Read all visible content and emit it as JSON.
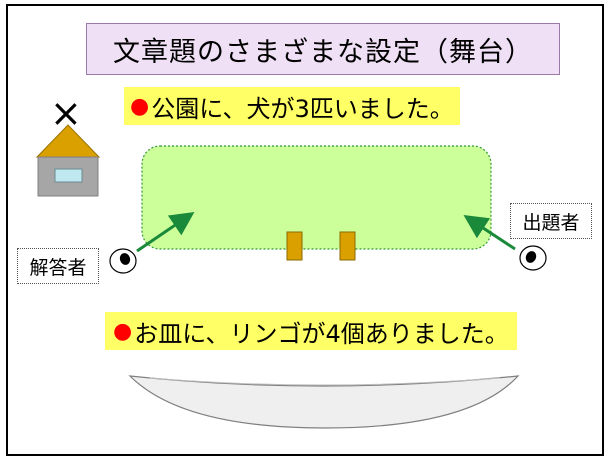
{
  "title": "文章題のさまざまな設定（舞台）",
  "banner1": {
    "bullet": "●",
    "text": "公園に、犬が3匹いました。"
  },
  "banner2": {
    "bullet": "●",
    "text": "お皿に、リンゴが4個ありました。"
  },
  "labels": {
    "solver": "解答者",
    "poser": "出題者",
    "cross": "×"
  },
  "colors": {
    "park_fill": "#ccff99",
    "park_border": "#339933",
    "arrow": "#1a8a3a",
    "post": "#d9a000",
    "house_roof": "#d9a000",
    "house_wall": "#a6a6a6",
    "title_bg": "#efe0f5",
    "banner_bg": "#ffff66",
    "bullet": "#ff0000"
  },
  "icons": [
    "house-icon",
    "eye-icon",
    "dish-icon",
    "cross-icon"
  ]
}
